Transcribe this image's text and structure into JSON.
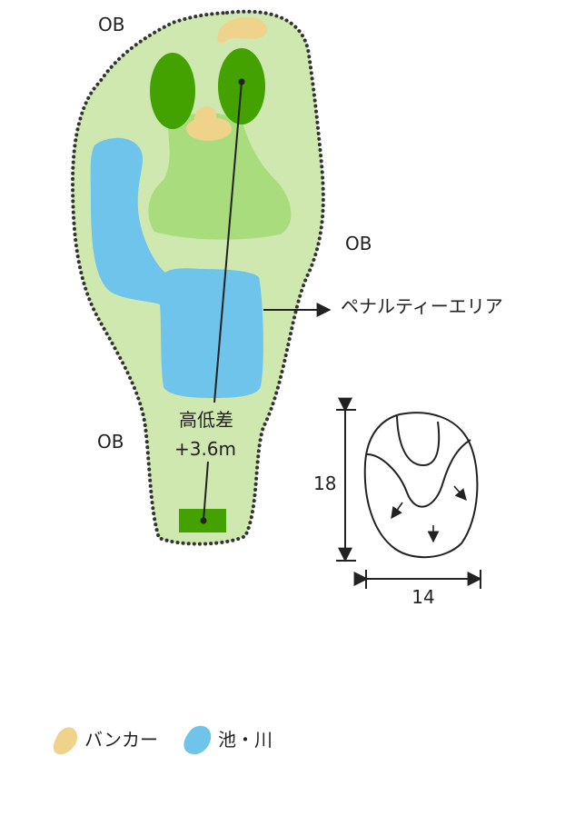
{
  "labels": {
    "ob_top": "OB",
    "ob_right": "OB",
    "ob_left": "OB",
    "penalty_area": "ペナルティーエリア",
    "elevation_title": "高低差",
    "elevation_value": "+3.6m"
  },
  "green_detail": {
    "depth": "18",
    "width": "14"
  },
  "legend": {
    "bunker": "バンカー",
    "pond": "池・川"
  },
  "colors": {
    "rough": "#cfe8b0",
    "fairway": "#a8dc7c",
    "green": "#43a100",
    "bunker": "#efd38b",
    "water": "#6ec4ea",
    "ob_line": "#333333",
    "ink": "#222222"
  }
}
